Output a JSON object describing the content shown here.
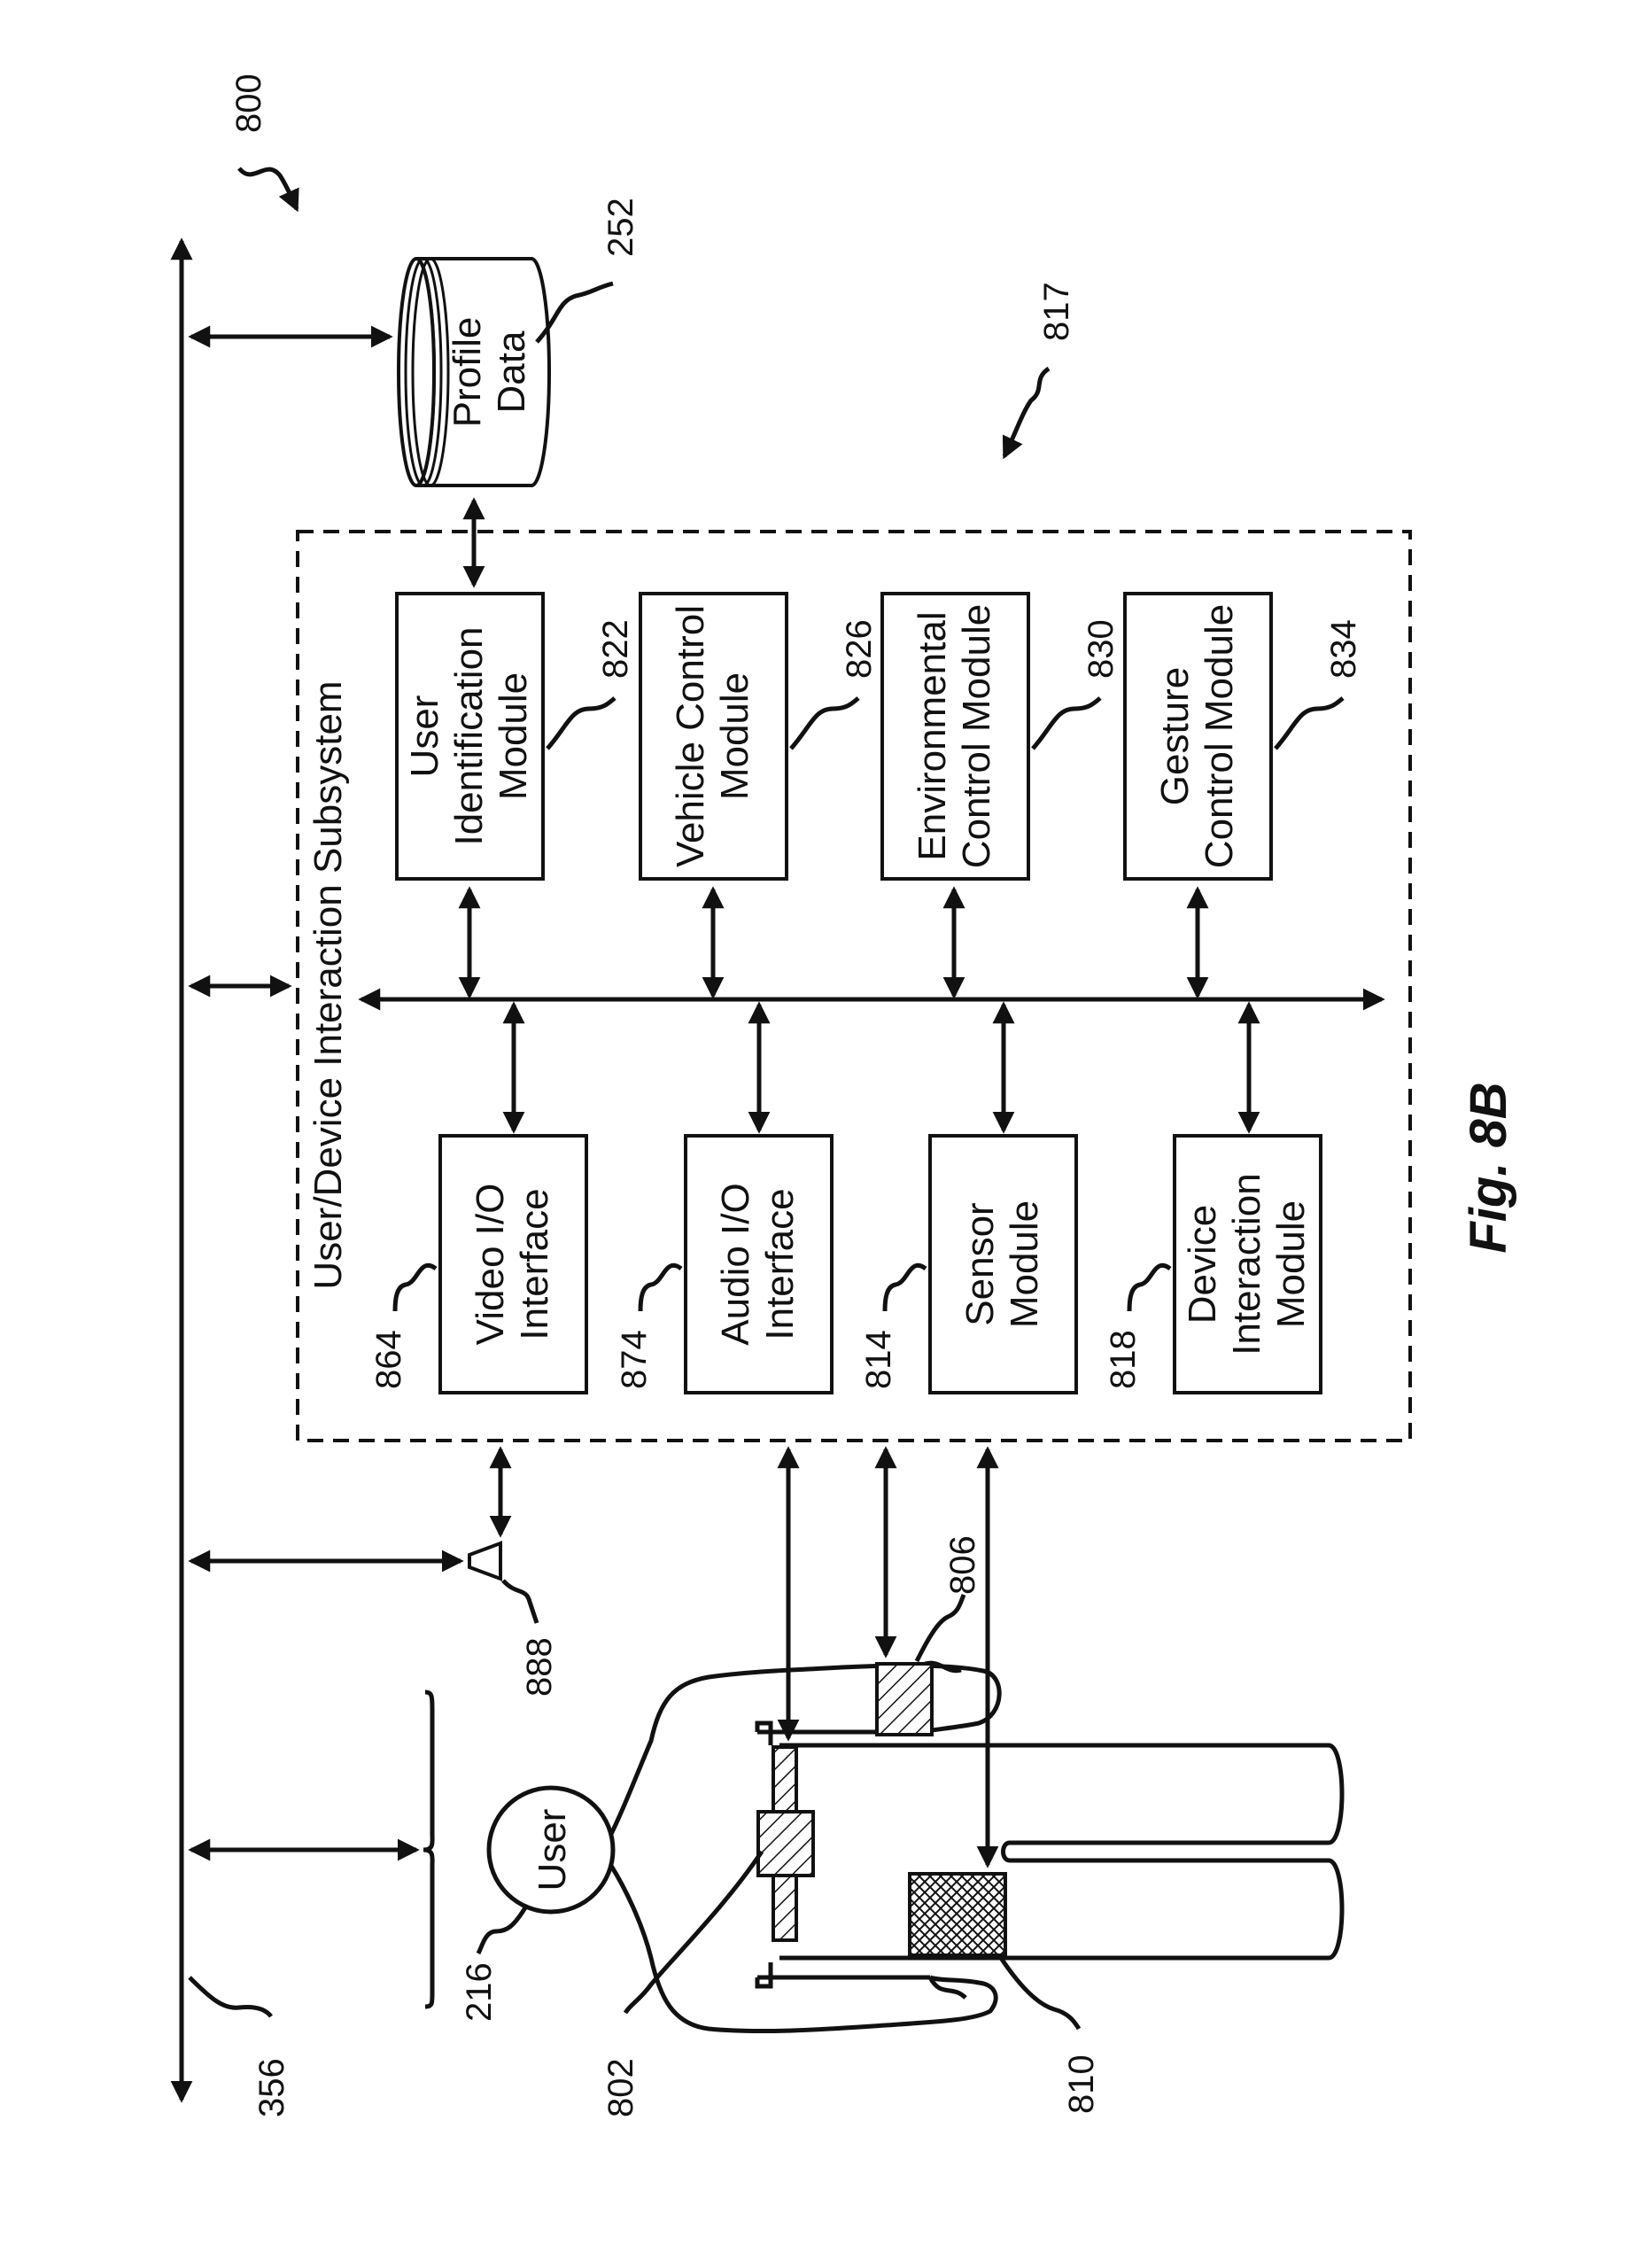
{
  "figure": {
    "number": "800",
    "caption": "Fig. 8B"
  },
  "subsystem": {
    "title": "User/Device Interaction Subsystem",
    "ref": "817"
  },
  "profile_data": {
    "line1": "Profile",
    "line2": "Data",
    "ref": "252"
  },
  "modules_top": [
    {
      "lines": [
        "User",
        "Identification",
        "Module"
      ],
      "ref": "822"
    },
    {
      "lines": [
        "Vehicle Control",
        "Module"
      ],
      "ref": "826"
    },
    {
      "lines": [
        "Environmental",
        "Control Module"
      ],
      "ref": "830"
    },
    {
      "lines": [
        "Gesture",
        "Control Module"
      ],
      "ref": "834"
    }
  ],
  "modules_bottom": [
    {
      "lines": [
        "Video I/O",
        "Interface"
      ],
      "ref": "864"
    },
    {
      "lines": [
        "Audio I/O",
        "Interface"
      ],
      "ref": "874"
    },
    {
      "lines": [
        "Sensor",
        "Module"
      ],
      "ref": "814"
    },
    {
      "lines": [
        "Device",
        "Interaction",
        "Module"
      ],
      "ref": "818"
    }
  ],
  "user": {
    "label": "User",
    "ref": "216"
  },
  "bus_ref": "356",
  "camera_ref": "888",
  "devices": {
    "chest_ref": "802",
    "arm_ref": "806",
    "leg_ref": "810"
  }
}
